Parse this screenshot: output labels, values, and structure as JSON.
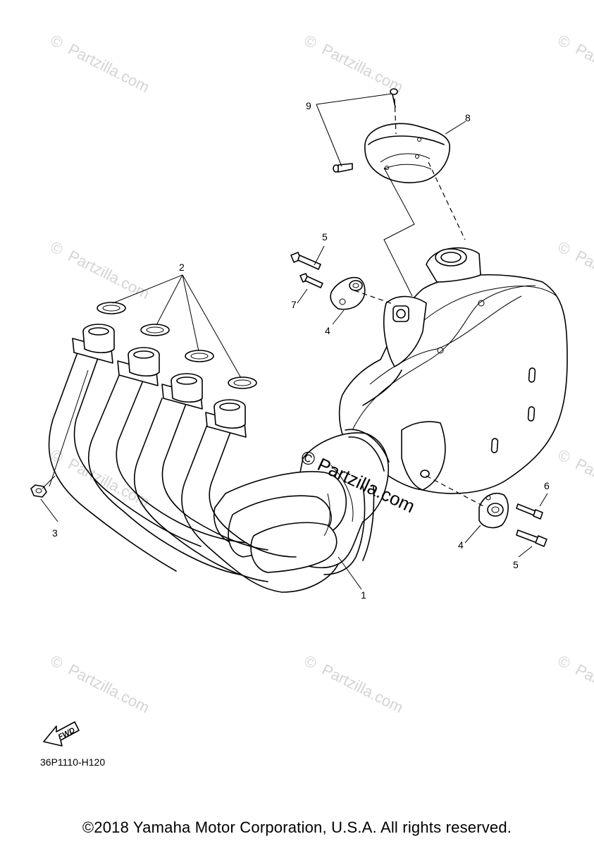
{
  "watermark": {
    "text": "Partzilla.com",
    "symbol": "©"
  },
  "callouts": [
    "9",
    "8",
    "5",
    "2",
    "7",
    "4",
    "3",
    "6",
    "4",
    "5",
    "1"
  ],
  "diagram_code": "36P1110-H120",
  "fwd_label": "FWD",
  "copyright": "©2018 Yamaha Motor Corporation, U.S.A. All rights reserved."
}
